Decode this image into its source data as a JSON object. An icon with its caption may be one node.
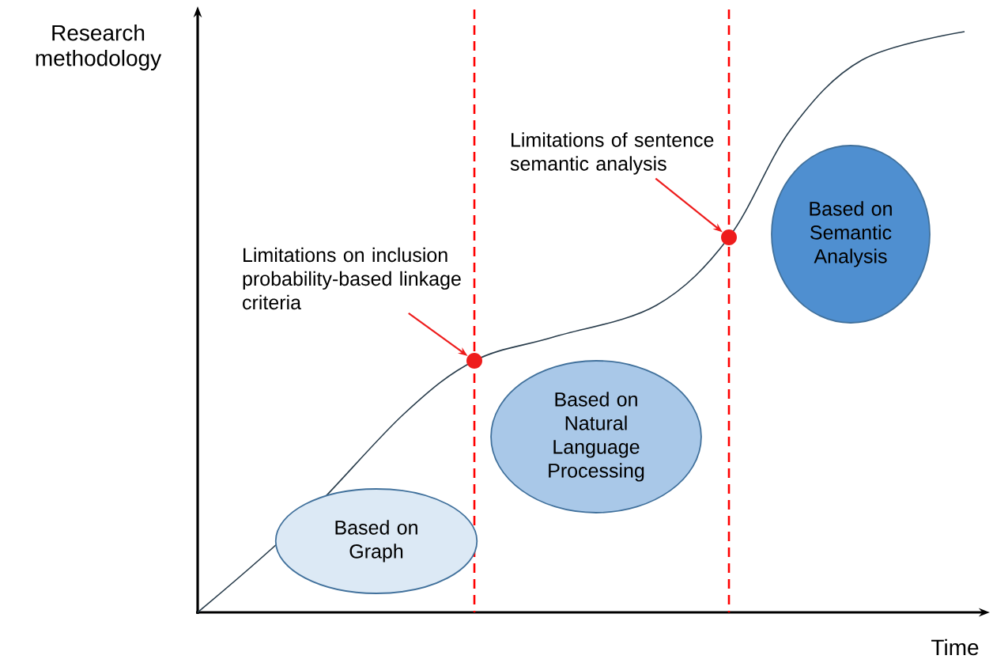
{
  "diagram": {
    "nodes": [
      {
        "text": [
          "Based on Graph"
        ]
      },
      {
        "text": [
          "Based on Natural Language Processing"
        ]
      },
      {
        "text": [
          "Based on Semantic Analysis"
        ]
      },
      {
        "text": [
          "Limitations on inclusion probability-based linkage criteria"
        ]
      },
      {
        "text": [],
        "shape": "circle"
      },
      {
        "text": [
          "Limitations of sentence semantic analysis"
        ]
      },
      {
        "text": [],
        "shape": "circle"
      }
    ],
    "edges": [
      {
        "from": 3,
        "to": 4,
        "arrow": "to",
        "color": "#ee1c1c"
      },
      {
        "from": 5,
        "to": 6,
        "arrow": "to",
        "color": "#ee1c1c"
      }
    ],
    "labels": [
      "Research methodology",
      "Time"
    ]
  }
}
